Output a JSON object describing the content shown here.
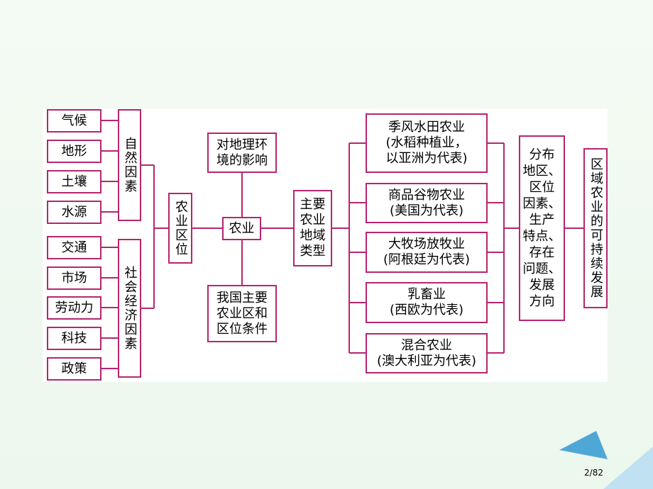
{
  "natural_factors": {
    "label": "自然因素",
    "items": [
      "气候",
      "地形",
      "土壤",
      "水源"
    ]
  },
  "socioeconomic_factors": {
    "label": "社会经济因素",
    "items": [
      "交通",
      "市场",
      "劳动力",
      "科技",
      "政策"
    ]
  },
  "location": "农业区位",
  "center": "农业",
  "impact": "对地理环\n境的影响",
  "china_regions": "我国主要\n农业区和\n区位条件",
  "main_types": "主要\n农业\n地域\n类型",
  "types": [
    "季风水田农业\n(水稻种植业，\n以亚洲为代表)",
    "商品谷物农业\n(美国为代表)",
    "大牧场放牧业\n(阿根廷为代表)",
    "乳畜业\n(西欧为代表)",
    "混合农业\n(澳大利亚为代表)"
  ],
  "aspects": "分布\n地区、\n区位\n因素、\n生产\n特点、\n存在\n问题、\n发展\n方向",
  "sustainable": "区域农业的可持续发展",
  "page": "2/82",
  "colors": {
    "line": "#b5266e",
    "corner_dark": "#4fa7d6",
    "corner_light": "#bfe1f2"
  }
}
